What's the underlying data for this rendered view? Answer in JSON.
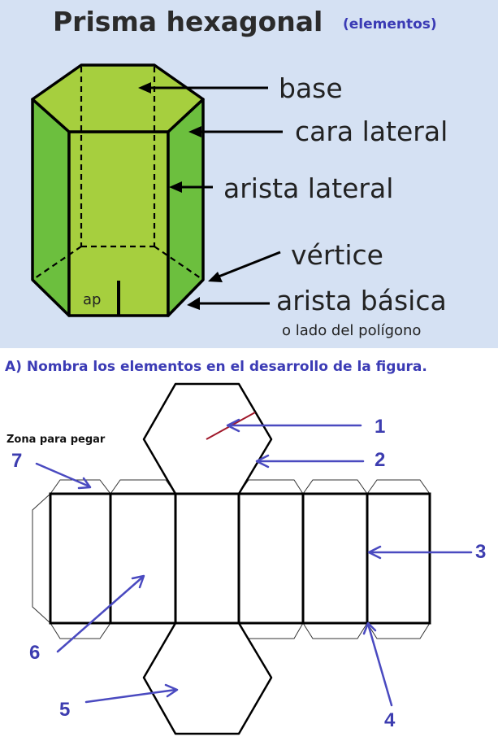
{
  "header": {
    "title": "Prisma hexagonal",
    "subtitle": "(elementos)"
  },
  "prism": {
    "apothem_label": "ap",
    "labels": {
      "base": "base",
      "lateral_face": "cara lateral",
      "lateral_edge": "arista lateral",
      "vertex": "vértice",
      "base_edge": "arista básica",
      "base_edge_note": "o  lado del polígono"
    }
  },
  "exercise": {
    "heading": "A) Nombra los elementos en el desarrollo de la figura.",
    "glue_zone": "Zona para pegar",
    "numbers": [
      "1",
      "2",
      "3",
      "4",
      "5",
      "6",
      "7"
    ]
  },
  "colors": {
    "top_background": "#d5e1f3",
    "prism_front": "#a6cf3e",
    "prism_side": "#6cbf3e",
    "arrow_blue": "#4a4ac0",
    "apothem_red": "#a0182a"
  }
}
